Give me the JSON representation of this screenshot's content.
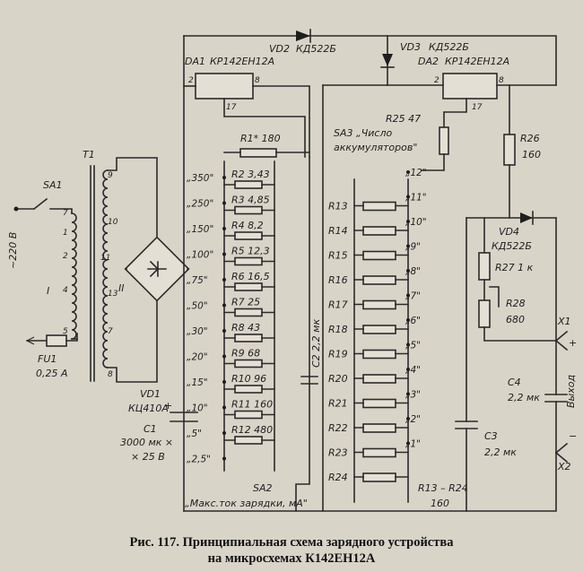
{
  "labels": {
    "t1": "T1",
    "sa1": "SA1",
    "mains": "~220 В",
    "winding_i": "I",
    "winding_ii": "II",
    "fu1": "FU1",
    "fu1_rating": "0,25 А",
    "vd1": "VD1",
    "vd1_type": "КЦ410А",
    "c1": "C1",
    "c1_value_1": "3000 мк ×",
    "c1_value_2": "× 25 В",
    "vd2": "VD2",
    "vd2_type": "КД522Б",
    "vd3": "VD3",
    "vd3_type": "КД522Б",
    "da1": "DA1",
    "da1_type": "КР142ЕН12А",
    "da2": "DA2",
    "da2_type": "КР142ЕН12А",
    "r1": "R1* 180",
    "r25": "R25 47",
    "sa3_1": "SA3 „Число",
    "sa3_2": "аккумуляторов\"",
    "r26": "R26",
    "r26_value": "160",
    "vd4": "VD4",
    "vd4_type": "КД522Б",
    "r27": "R27 1 к",
    "r28": "R28",
    "r28_value": "680",
    "x1": "X1",
    "x2": "X2",
    "plus": "+",
    "minus": "−",
    "c2": "C2 2,2 мк",
    "c3": "C3",
    "c3_value": "2,2 мк",
    "c4": "C4",
    "c4_value": "2,2 мк",
    "output": "Выход",
    "sa2": "SA2",
    "sa2_caption": "„Макс.ток зарядки, мА\"",
    "r13_r24": "R13 – R24",
    "r13_r24_value": "160",
    "pin_2a": "2",
    "pin_8a": "8",
    "pin_17a": "17",
    "pin_2b": "2",
    "pin_8b": "8",
    "pin_17b": "17",
    "tap_9": "9",
    "tap_10": "10",
    "tap_11": "11",
    "tap_13": "13",
    "tap_7b": "7",
    "tap_8b": "8",
    "tap_1": "1",
    "tap_2": "2",
    "tap_4": "4",
    "tap_7a": "7",
    "tap_5": "5"
  },
  "current_taps": [
    {
      "pos": "„350\"",
      "res": "R2 3,43"
    },
    {
      "pos": "„250\"",
      "res": "R3 4,85"
    },
    {
      "pos": "„150\"",
      "res": "R4 8,2"
    },
    {
      "pos": "„100\"",
      "res": "R5 12,3"
    },
    {
      "pos": "„75\"",
      "res": "R6 16,5"
    },
    {
      "pos": "„50\"",
      "res": "R7 25"
    },
    {
      "pos": "„30\"",
      "res": "R8 43"
    },
    {
      "pos": "„20\"",
      "res": "R9 68"
    },
    {
      "pos": "„15\"",
      "res": "R10 96"
    },
    {
      "pos": "„10\"",
      "res": "R11 160"
    },
    {
      "pos": "„5\"",
      "res": "R12 480"
    },
    {
      "pos": "„2,5\"",
      "res": ""
    }
  ],
  "cell_taps": [
    {
      "pos": "„12\"",
      "res": ""
    },
    {
      "pos": "„11\"",
      "res": "R13"
    },
    {
      "pos": "„10\"",
      "res": "R14"
    },
    {
      "pos": "„9\"",
      "res": "R15"
    },
    {
      "pos": "„8\"",
      "res": "R16"
    },
    {
      "pos": "„7\"",
      "res": "R17"
    },
    {
      "pos": "„6\"",
      "res": "R18"
    },
    {
      "pos": "„5\"",
      "res": "R19"
    },
    {
      "pos": "„4\"",
      "res": "R20"
    },
    {
      "pos": "„3\"",
      "res": "R21"
    },
    {
      "pos": "„2\"",
      "res": "R22"
    },
    {
      "pos": "„1\"",
      "res": "R23"
    },
    {
      "pos": "",
      "res": "R24"
    }
  ],
  "caption": {
    "line1": "Рис. 117. Принципиальная схема зарядного устройства",
    "line2": "на микросхемах К142ЕН12А"
  }
}
